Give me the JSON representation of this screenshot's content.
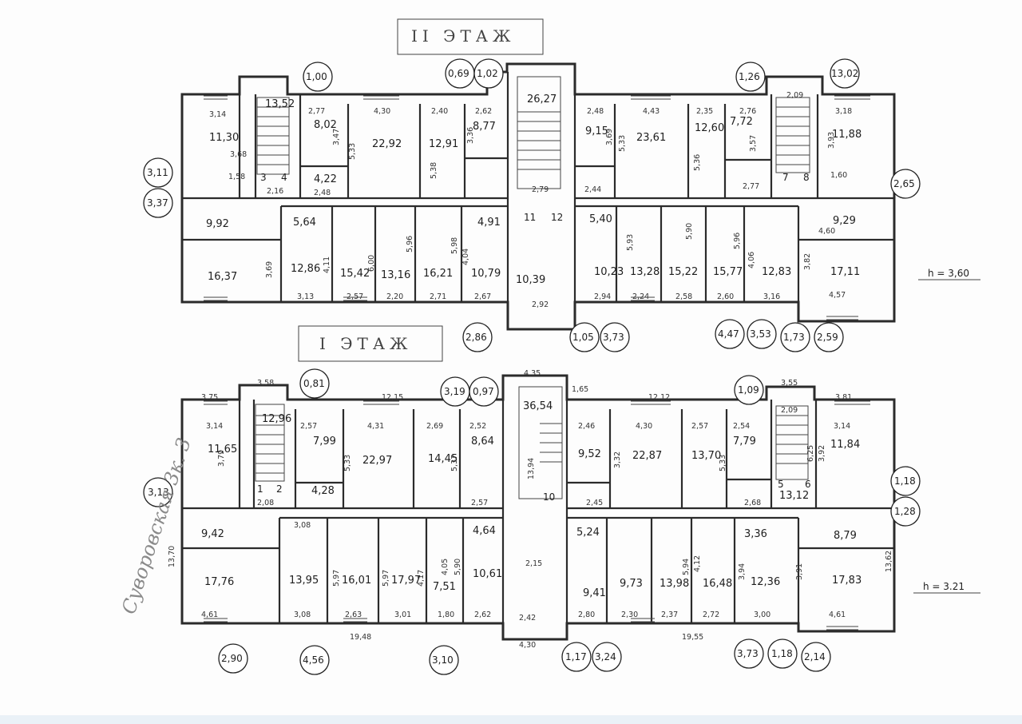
{
  "floors": {
    "upper": {
      "title": "II ЭТАЖ",
      "height_note": "h = 3,60",
      "rooms": [
        "11,30",
        "13,52",
        "8,02",
        "4,22",
        "22,92",
        "12,91",
        "8,77",
        "26,27",
        "9,15",
        "23,61",
        "12,60",
        "7,72",
        "11,88",
        "9,92",
        "5,64",
        "16,37",
        "12,86",
        "15,42",
        "13,16",
        "16,21",
        "10,79",
        "4,91",
        "10,39",
        "5,40",
        "10,23",
        "13,28",
        "15,22",
        "15,77",
        "12,83",
        "9,29",
        "17,11"
      ],
      "openings": [
        "1,00",
        "0,69",
        "1,02",
        "1,26",
        "13,02",
        "3,11",
        "3,37",
        "2,65",
        "2,86",
        "1,05",
        "3,73",
        "4,47",
        "3,53",
        "1,73",
        "2,59"
      ],
      "dims": [
        "3,14",
        "3,68",
        "2,77",
        "4,30",
        "2,40",
        "2,62",
        "2,48",
        "4,43",
        "2,35",
        "2,76",
        "2,09",
        "3,18",
        "1,58",
        "2,16",
        "2,48",
        "2,79",
        "2,44",
        "2,77",
        "1,60",
        "4,60",
        "4,57",
        "3,13",
        "2,57",
        "2,20",
        "2,71",
        "2,67",
        "2,92",
        "2,94",
        "2,24",
        "2,58",
        "2,60",
        "3,16",
        "3,47",
        "5,33",
        "5,38",
        "3,36",
        "3,69",
        "5,33",
        "5,36",
        "3,57",
        "3,93",
        "6,00",
        "5,96",
        "5,98",
        "4,04",
        "5,93",
        "5,90",
        "5,96",
        "4,06",
        "3,82",
        "3,69",
        "4,11"
      ]
    },
    "lower": {
      "title": "I ЭТАЖ",
      "height_note": "h = 3.21",
      "rooms": [
        "11,65",
        "12,96",
        "7,99",
        "4,28",
        "22,97",
        "14,45",
        "8,64",
        "36,54",
        "9,52",
        "22,87",
        "13,70",
        "7,79",
        "13,12",
        "11,84",
        "9,42",
        "17,76",
        "13,95",
        "16,01",
        "17,97",
        "7,51",
        "10,61",
        "4,64",
        "5,24",
        "9,41",
        "9,73",
        "13,98",
        "16,48",
        "3,36",
        "12,36",
        "8,79",
        "17,83"
      ],
      "openings": [
        "0,81",
        "3,19",
        "0,97",
        "1,09",
        "3,13",
        "1,18",
        "1,28",
        "2,90",
        "4,56",
        "3,10",
        "1,17",
        "3,24",
        "3,73",
        "1,18",
        "2,14"
      ],
      "dims": [
        "3,75",
        "3,58",
        "12,15",
        "4,35",
        "1,65",
        "12,12",
        "3,55",
        "3,81",
        "3,14",
        "2,57",
        "4,31",
        "2,69",
        "2,52",
        "2,46",
        "4,30",
        "2,57",
        "2,54",
        "2,09",
        "3,14",
        "2,08",
        "2,57",
        "2,45",
        "2,68",
        "13,70",
        "13,62",
        "3,08",
        "3,08",
        "2,63",
        "3,01",
        "1,80",
        "2,62",
        "2,15",
        "2,42",
        "4,30",
        "2,80",
        "2,30",
        "2,37",
        "2,72",
        "3,00",
        "4,61",
        "4,61",
        "19,48",
        "19,55",
        "13,94",
        "3,79",
        "5,33",
        "5,37",
        "3,32",
        "5,33",
        "6,25",
        "3,92",
        "5,97",
        "5,97",
        "4,17",
        "4,05",
        "5,90",
        "5,94",
        "4,12",
        "3,94",
        "3,91"
      ]
    }
  },
  "annotations": {
    "handwritten_address": "Суворовская 3к. 3",
    "upper_stair_marks": [
      "3",
      "4",
      "7",
      "8",
      "11",
      "12"
    ],
    "lower_stair_marks": [
      "1",
      "2",
      "5",
      "6",
      "10"
    ]
  }
}
